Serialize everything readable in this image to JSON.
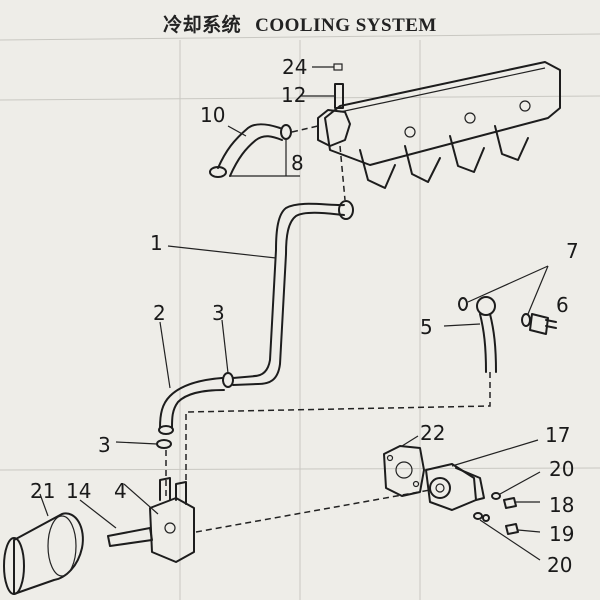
{
  "title": {
    "cn": "冷却系统",
    "en": "COOLING SYSTEM"
  },
  "callouts": [
    {
      "id": "c24",
      "text": "24"
    },
    {
      "id": "c12",
      "text": "12"
    },
    {
      "id": "c10",
      "text": "10"
    },
    {
      "id": "c8",
      "text": "8"
    },
    {
      "id": "c1",
      "text": "1"
    },
    {
      "id": "c7",
      "text": "7"
    },
    {
      "id": "c6",
      "text": "6"
    },
    {
      "id": "c5",
      "text": "5"
    },
    {
      "id": "c2",
      "text": "2"
    },
    {
      "id": "c3a",
      "text": "3"
    },
    {
      "id": "c3b",
      "text": "3"
    },
    {
      "id": "c22",
      "text": "22"
    },
    {
      "id": "c17",
      "text": "17"
    },
    {
      "id": "c20a",
      "text": "20"
    },
    {
      "id": "c18",
      "text": "18"
    },
    {
      "id": "c19",
      "text": "19"
    },
    {
      "id": "c20b",
      "text": "20"
    },
    {
      "id": "c21",
      "text": "21"
    },
    {
      "id": "c14",
      "text": "14"
    },
    {
      "id": "c4",
      "text": "4"
    }
  ]
}
